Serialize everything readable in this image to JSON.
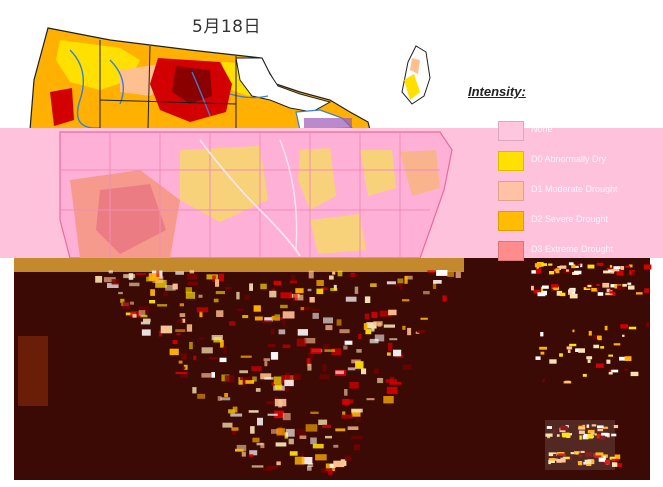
{
  "title": {
    "date": "5月18日"
  },
  "legend": {
    "heading": "Intensity:",
    "items": [
      {
        "label": "None",
        "color": "#ffc6dd"
      },
      {
        "label": "D0 Abnormally Dry",
        "color": "#ffe000"
      },
      {
        "label": "D1 Moderate Drought",
        "color": "#ffc2a4"
      },
      {
        "label": "D2 Severe Drought",
        "color": "#ffbc00"
      },
      {
        "label": "D3 Extreme Drought",
        "color": "#ff8c8c"
      }
    ]
  },
  "colors": {
    "band_pink": "#ffc2dd",
    "glitch_dark": "#3c0a04",
    "map_yellow": "#ffe000",
    "map_orange": "#ffb000",
    "map_tan": "#ffc090",
    "map_red": "#d20000",
    "map_darkred": "#780000",
    "state_line": "#202020",
    "river_blue": "#3a7fd0"
  }
}
